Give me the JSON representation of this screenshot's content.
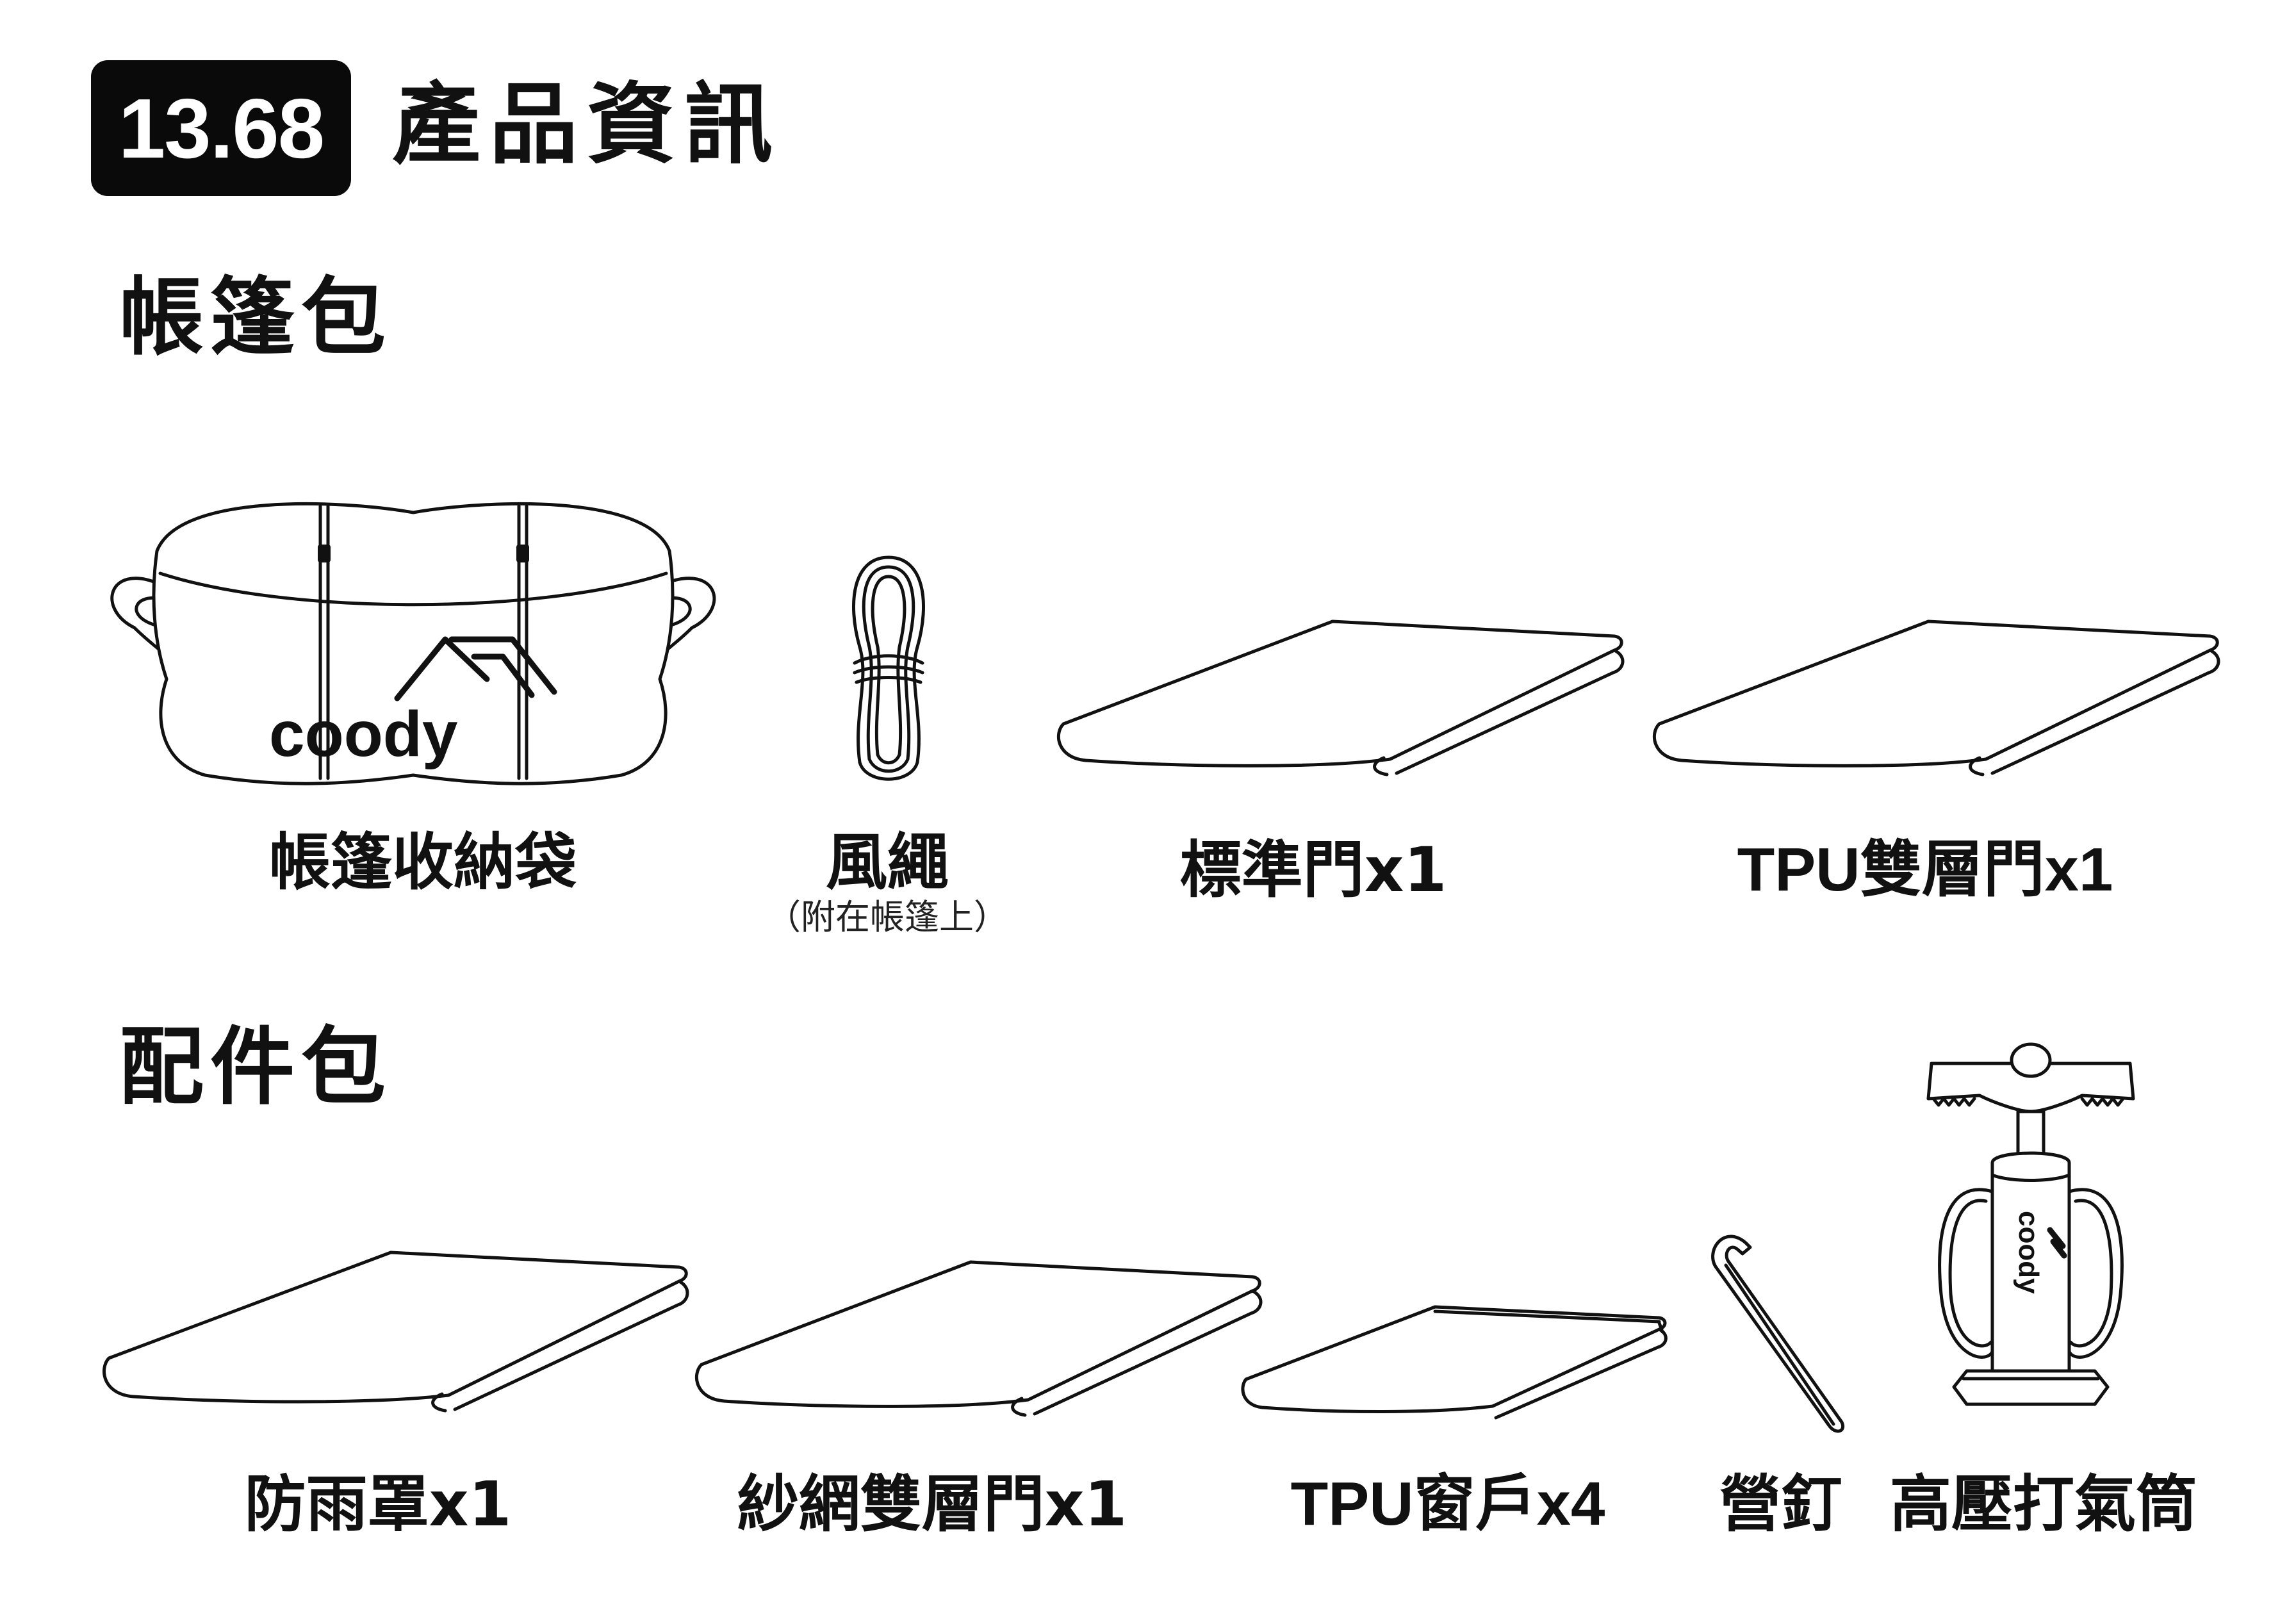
{
  "header": {
    "badge": "13.68",
    "title": "產品資訊"
  },
  "sections": [
    {
      "title": "帳篷包",
      "items": [
        {
          "label": "帳篷收納袋",
          "brand": "coody",
          "icon": "tent-storage-bag-icon"
        },
        {
          "label": "風繩",
          "note": "（附在帳篷上）",
          "icon": "guy-rope-icon"
        },
        {
          "label": "標準門x1",
          "icon": "folded-panel-icon"
        },
        {
          "label": "TPU雙層門x1",
          "icon": "folded-panel-icon"
        }
      ]
    },
    {
      "title": "配件包",
      "items": [
        {
          "label": "防雨罩x1",
          "icon": "folded-panel-icon"
        },
        {
          "label": "紗網雙層門x1",
          "icon": "folded-panel-icon"
        },
        {
          "label": "TPU窗戶x4",
          "icon": "folded-panel-icon"
        },
        {
          "label": "營釘",
          "icon": "tent-stake-icon"
        },
        {
          "label": "高壓打氣筒",
          "brand": "coody",
          "icon": "air-pump-icon"
        }
      ]
    }
  ],
  "colors": {
    "ink": "#111111",
    "badge_bg": "#0a0a0a",
    "badge_text": "#ffffff",
    "background": "#ffffff"
  }
}
